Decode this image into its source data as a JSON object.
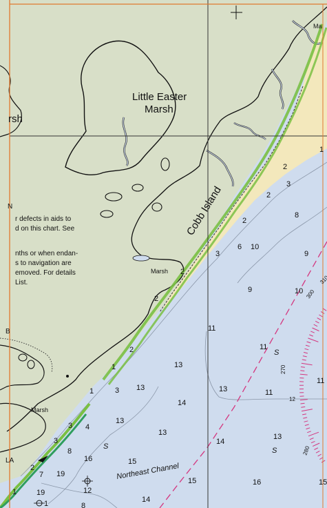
{
  "colors": {
    "land": "#d8dfc8",
    "water": "#cfdcee",
    "beach": "#f3e8bc",
    "track": "#7ac043",
    "track_dark": "#2f9e5e",
    "frame": "#e0792f",
    "grid": "#333333",
    "magenta": "#d4377f"
  },
  "place_names": {
    "little_easter": "Little Easter",
    "marsh": "Marsh",
    "cobb_island": "Cobb Island",
    "northeast_channel": "Northeast Channel",
    "marsh_small_center": "Marsh",
    "marsh_small_bottom": "Marsh",
    "marsh_left_edge": "rsh",
    "marsh_top_right": "Ma"
  },
  "notes": {
    "n1": "r defects in aids to",
    "n2": "d on this chart. See",
    "n3": "nths or when endan-",
    "n4": "s to navigation are",
    "n5": "emoved. For details",
    "n6": "List."
  },
  "edge_text": {
    "n_letter": "N",
    "b_letter": "B",
    "la": "LA"
  },
  "soundings": {
    "s_2a": "2",
    "s_3a": "3",
    "s_2b": "2",
    "s_8a": "8",
    "s_2c": "2",
    "s_3b": "3",
    "s_10a": "10",
    "s_9a": "9",
    "s_2d": "2",
    "s_9b": "9",
    "s_10b": "10",
    "s_2e": "2",
    "s_11a": "11",
    "s_11b": "11",
    "s_S1": "S",
    "s_11c": "11",
    "s_2f": "2",
    "s_1a": "1",
    "s_13a": "13",
    "s_13b": "13",
    "s_3c": "3",
    "s_13c": "13",
    "s_1b": "1",
    "s_14a": "14",
    "s_11d": "11",
    "s_3d": "3",
    "s_4a": "4",
    "s_13d": "13",
    "s_13e": "13",
    "s_S2": "S",
    "s_3e": "3",
    "s_8b": "8",
    "s_14b": "14",
    "s_13f": "13",
    "s_S3": "S",
    "s_16a": "16",
    "s_15a": "15",
    "s_2g": "2",
    "s_7a": "7",
    "s_19a": "19",
    "s_15b": "15",
    "s_16b": "16",
    "s_12a": "12",
    "s_19b": "19",
    "s_8c": "8",
    "s_14c": "14",
    "s_6a": "6",
    "s_1c": "1",
    "s_1d": "1",
    "s_15c": "15",
    "s_1e": "1",
    "s_12b": "12"
  },
  "compass_labels": {
    "c_270": "270",
    "c_280": "280",
    "c_300": "300",
    "c_310": "310"
  }
}
